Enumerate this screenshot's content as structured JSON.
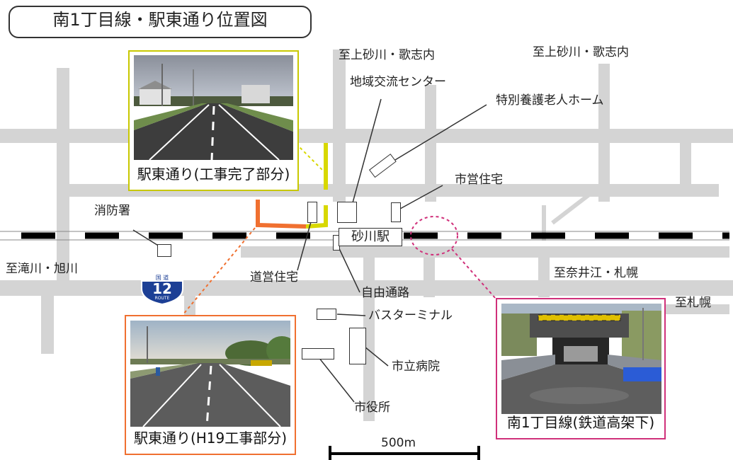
{
  "title": "南1丁目線・駅東通り位置図",
  "labels": {
    "kamisunagawa_1": "至上砂川・歌志内",
    "kamisunagawa_2": "至上砂川・歌志内",
    "community_center": "地域交流センター",
    "nursing_home": "特別養護老人ホーム",
    "municipal_housing": "市営住宅",
    "fire_station": "消防署",
    "takikawa": "至滝川・旭川",
    "prefectural_housing": "道営住宅",
    "free_passage": "自由通路",
    "naie": "至奈井江・札幌",
    "sapporo": "至札幌",
    "bus_terminal": "バスターミナル",
    "city_hospital": "市立病院",
    "city_hall": "市役所",
    "station": "砂川駅"
  },
  "route_shield": {
    "top": "国 道",
    "number": "12",
    "bottom": "ROUTE"
  },
  "photos": {
    "east_complete": "駅東通り(工事完了部分)",
    "east_h19": "駅東通り(H19工事部分)",
    "minami1": "南1丁目線(鉄道高架下)"
  },
  "scale_bar": {
    "label": "500m"
  },
  "colors": {
    "road": "#d4d4d4",
    "rail": "#000000",
    "completed_section": "#d8d800",
    "h19_section": "#f07030",
    "underpass_marker": "#d0307a"
  }
}
